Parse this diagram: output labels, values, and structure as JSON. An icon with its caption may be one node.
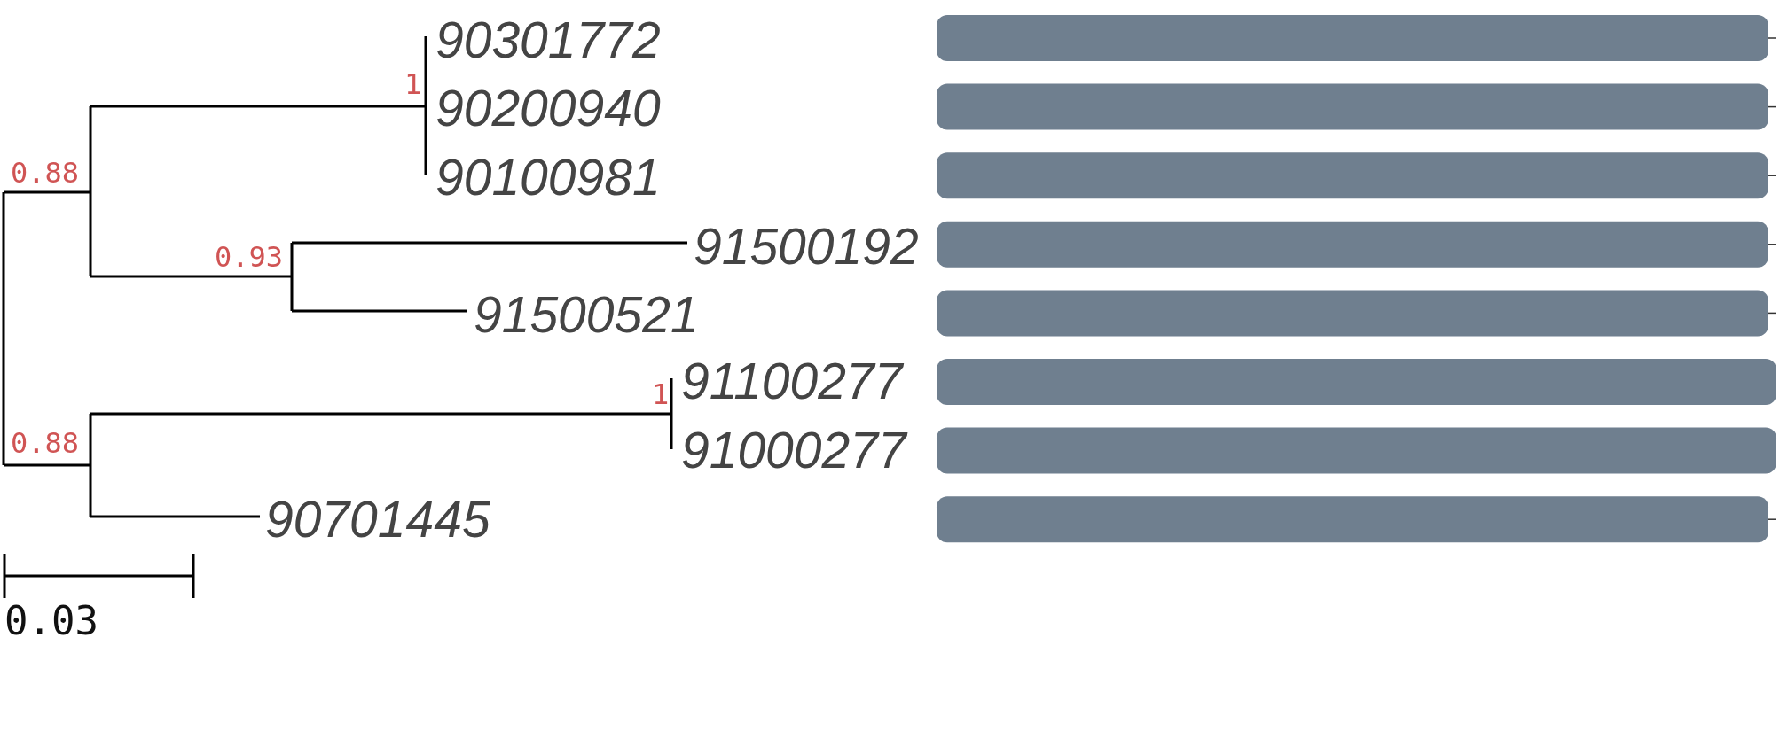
{
  "diagram": {
    "labels": [
      "90301772",
      "1",
      "90200940",
      "0.88",
      "90100981",
      "0.93",
      "91500192",
      "91500521",
      "1",
      "91100277",
      "0.88",
      "91000277",
      "90701445",
      "0.03"
    ]
  }
}
